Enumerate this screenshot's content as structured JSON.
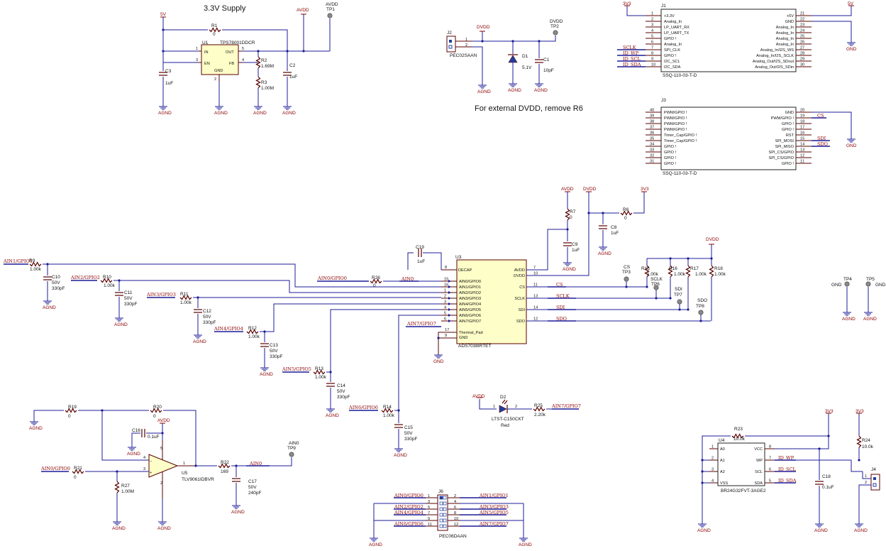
{
  "titles": {
    "supply": "3.3V Supply",
    "note": "For external DVDD, remove R6"
  },
  "nets": {
    "v5": "5V",
    "avdd": "AVDD",
    "dvdd": "DVDD",
    "v3v3": "3V3",
    "agnd": "AGND",
    "gnd": "GND",
    "sclk": "SCLK",
    "id_wp": "ID_WP",
    "id_scl": "ID_SCL",
    "id_sda": "ID_SDA",
    "cs": "CS",
    "sdi": "SDI",
    "sdo": "SDO",
    "ain0": "AIN0",
    "ain0_gpio0": "AIN0/GPIO0",
    "ain1_gpio1": "AIN1/GPIO1",
    "ain2_gpio2": "AIN2/GPIO2",
    "ain3_gpio3": "AIN3/GPIO3",
    "ain4_gpio4": "AIN4/GPIO4",
    "ain5_gpio5": "AIN5/GPIO5",
    "ain6_gpio6": "AIN6/GPIO6",
    "ain7_gpio7": "AIN7/GPIO7"
  },
  "components": {
    "u1": {
      "ref": "U1",
      "part": "TPS78001DDCR",
      "pins": [
        "IN",
        "EN",
        "GND",
        "OUT",
        "FB"
      ],
      "nums": [
        "1",
        "3",
        "2",
        "5",
        "4"
      ]
    },
    "r1": {
      "ref": "R1",
      "value": "0"
    },
    "r2": {
      "ref": "R2",
      "value": "1.69M"
    },
    "r3": {
      "ref": "R3",
      "value": "1.00M"
    },
    "c2": {
      "ref": "C2",
      "value": "1uF"
    },
    "c3": {
      "ref": "C3",
      "value": "1uF"
    },
    "tp1": {
      "ref": "TP1",
      "net": "AVDD"
    },
    "j2": {
      "ref": "J2",
      "part": "PEC02SAAN",
      "pin1": "1",
      "pin2": "2"
    },
    "d1": {
      "ref": "D1",
      "value": "5.1V"
    },
    "c1": {
      "ref": "C1",
      "value": "10pF"
    },
    "tp2": {
      "ref": "TP2",
      "net": "DVDD"
    },
    "j1": {
      "ref": "J1",
      "part": "SSQ-110-03-T-D",
      "left": [
        {
          "num": "1",
          "label": "+3.3V"
        },
        {
          "num": "2",
          "label": "Analog_In"
        },
        {
          "num": "3",
          "label": "LP_UART_RX"
        },
        {
          "num": "4",
          "label": "LP_UART_TX"
        },
        {
          "num": "5",
          "label": "GPIO !"
        },
        {
          "num": "6",
          "label": "Analog_In"
        },
        {
          "num": "7",
          "label": "SPI_CLK"
        },
        {
          "num": "8",
          "label": "GPIO !"
        },
        {
          "num": "9",
          "label": "I2C_SCL"
        },
        {
          "num": "10",
          "label": "I2C_SDA"
        }
      ],
      "right": [
        {
          "num": "21",
          "label": "+5V"
        },
        {
          "num": "22",
          "label": "GND"
        },
        {
          "num": "23",
          "label": "Analog_In"
        },
        {
          "num": "24",
          "label": "Analog_In"
        },
        {
          "num": "25",
          "label": "Analog_In"
        },
        {
          "num": "26",
          "label": "Analog_In"
        },
        {
          "num": "27",
          "label": "Analog_In/I2S_WS"
        },
        {
          "num": "28",
          "label": "Analog_In/I2S_SCLK"
        },
        {
          "num": "29",
          "label": "Analog_Out/I2S_SDout"
        },
        {
          "num": "30",
          "label": "Analog_Out/I2S_SDin"
        }
      ]
    },
    "j3": {
      "ref": "J3",
      "part": "SSQ-110-03-T-D",
      "left": [
        {
          "num": "40",
          "label": "PWM/GPIO !"
        },
        {
          "num": "39",
          "label": "PWM/GPIO !"
        },
        {
          "num": "38",
          "label": "PWM/GPIO !"
        },
        {
          "num": "37",
          "label": "PWM/GPIO !"
        },
        {
          "num": "36",
          "label": "Timer_Cap/GPIO !"
        },
        {
          "num": "35",
          "label": "Timer_Cap/GPIO !"
        },
        {
          "num": "34",
          "label": "GPIO !"
        },
        {
          "num": "33",
          "label": "GPIO !"
        },
        {
          "num": "32",
          "label": "GPIO !"
        },
        {
          "num": "31",
          "label": "GPIO !"
        }
      ],
      "right": [
        {
          "num": "20",
          "label": "GND"
        },
        {
          "num": "19",
          "label": "PWM/GPIO !"
        },
        {
          "num": "18",
          "label": "GPIO !"
        },
        {
          "num": "17",
          "label": "GPIO !"
        },
        {
          "num": "16",
          "label": "RST"
        },
        {
          "num": "15",
          "label": "SPI_MOSI"
        },
        {
          "num": "14",
          "label": "SPI_MISO"
        },
        {
          "num": "13",
          "label": "SPI_CS/GPIO"
        },
        {
          "num": "12",
          "label": "SPI_CS/GPIO"
        },
        {
          "num": "11",
          "label": "GPIO !"
        }
      ]
    },
    "u3": {
      "ref": "U3",
      "part": "ADS7038IRTET",
      "decap": "DECAP",
      "decap_num": "8",
      "left": [
        {
          "num": "15",
          "label": "AIN0/GPIO0"
        },
        {
          "num": "16",
          "label": "AIN1/GPIO1"
        },
        {
          "num": "1",
          "label": "AIN2/GPIO2"
        },
        {
          "num": "2",
          "label": "AIN3/GPIO3"
        },
        {
          "num": "3",
          "label": "AIN4/GPIO4"
        },
        {
          "num": "4",
          "label": "AIN5/GPIO5"
        },
        {
          "num": "5",
          "label": "AIN6/GPIO6"
        },
        {
          "num": "6",
          "label": "AIN7/GPIO7"
        }
      ],
      "gnd_label": "GND",
      "gnd_num": "9",
      "pad_label": "Thermal_Pad",
      "pad_num": "17",
      "right": [
        {
          "num": "7",
          "label": "AVDD"
        },
        {
          "num": "10",
          "label": "DVDD"
        },
        {
          "num": "11",
          "label": "CS"
        },
        {
          "num": "13",
          "label": "SCLK"
        },
        {
          "num": "14",
          "label": "SDI"
        },
        {
          "num": "12",
          "label": "SDO"
        }
      ]
    },
    "c19": {
      "ref": "C19",
      "value": "1uF"
    },
    "r26": {
      "ref": "R26",
      "value": "0"
    },
    "r7": {
      "ref": "R7",
      "value": "0"
    },
    "c9": {
      "ref": "C9",
      "value": "1uF"
    },
    "r6": {
      "ref": "R6",
      "value": "0"
    },
    "c8": {
      "ref": "C8",
      "value": "1uF"
    },
    "r15": {
      "ref": "R15",
      "value": "1.00k"
    },
    "r16": {
      "ref": "R16",
      "value": "1.00k"
    },
    "r17": {
      "ref": "R17",
      "value": "1.00k"
    },
    "r18": {
      "ref": "R18",
      "value": "1.00k"
    },
    "tp3": {
      "ref": "TP3",
      "net": "CS"
    },
    "tp6": {
      "ref": "TP6",
      "net": "SCLK"
    },
    "tp7": {
      "ref": "TP7",
      "net": "SDI"
    },
    "tp8": {
      "ref": "TP8",
      "net": "SDO"
    },
    "tp4": {
      "ref": "TP4",
      "net": "GND"
    },
    "tp5": {
      "ref": "TP5",
      "net": "GND"
    },
    "r9": {
      "ref": "R9",
      "value": "1.00k"
    },
    "c10": {
      "ref": "C10",
      "value": "50V",
      "value2": "330pF"
    },
    "r10": {
      "ref": "R10",
      "value": "1.00k"
    },
    "c11": {
      "ref": "C11",
      "value": "50V",
      "value2": "330pF"
    },
    "r11": {
      "ref": "R11",
      "value": "1.00k"
    },
    "c12": {
      "ref": "C12",
      "value": "50V",
      "value2": "330pF"
    },
    "r12": {
      "ref": "R12",
      "value": "1.00k"
    },
    "c13": {
      "ref": "C13",
      "value": "50V",
      "value2": "330pF"
    },
    "r13": {
      "ref": "R13",
      "value": "1.00k"
    },
    "c14": {
      "ref": "C14",
      "value": "50V",
      "value2": "330pF"
    },
    "r14": {
      "ref": "R14",
      "value": "1.00k"
    },
    "c15": {
      "ref": "C15",
      "value": "50V",
      "value2": "330pF"
    },
    "d2": {
      "ref": "D2",
      "part": "LTST-C150CKT",
      "color": "Red",
      "n1": "1",
      "n2": "2"
    },
    "r25": {
      "ref": "R25",
      "value": "2.20k"
    },
    "u5": {
      "ref": "U5",
      "part": "TLV9061IDBVR",
      "pins": [
        "4",
        "3",
        "1",
        "5",
        "2"
      ]
    },
    "r19": {
      "ref": "R19",
      "value": "0"
    },
    "r20": {
      "ref": "R20",
      "value": "0"
    },
    "c16": {
      "ref": "C16",
      "value": "0.1uF"
    },
    "r21": {
      "ref": "R21",
      "value": "0"
    },
    "r27": {
      "ref": "R27",
      "value": "1.00M"
    },
    "r22": {
      "ref": "R22",
      "value": "169"
    },
    "c17": {
      "ref": "C17",
      "value": "50V",
      "value2": "240pF"
    },
    "tp9": {
      "ref": "TP9",
      "net": "AIN0"
    },
    "j6": {
      "ref": "J6",
      "part": "PEC06DAAN",
      "left": [
        "AIN0/GPIO0",
        "",
        "AIN2/GPIO2",
        "AIN4/GPIO4",
        "",
        "AIN6/GPIO6"
      ],
      "lnums": [
        "1",
        "3",
        "5",
        "7",
        "9",
        "11"
      ],
      "right": [
        "AIN1/GPIO1",
        "",
        "AIN3/GPIO3",
        "AIN5/GPIO5",
        "",
        "AIN7/GPIO7"
      ],
      "rnums": [
        "2",
        "4",
        "6",
        "8",
        "10",
        "12"
      ]
    },
    "u4": {
      "ref": "U4",
      "part": "BR24G32FVT-3AGE2",
      "left": [
        {
          "num": "1",
          "label": "A0"
        },
        {
          "num": "2",
          "label": "A1"
        },
        {
          "num": "3",
          "label": "A2"
        },
        {
          "num": "4",
          "label": "VSS"
        }
      ],
      "right": [
        {
          "num": "8",
          "label": "VCC"
        },
        {
          "num": "7",
          "label": "WP"
        },
        {
          "num": "6",
          "label": "SCL"
        },
        {
          "num": "5",
          "label": "SDA"
        }
      ]
    },
    "r23": {
      "ref": "R23",
      "value": "10.0k"
    },
    "r24": {
      "ref": "R24",
      "value": "10.0k"
    },
    "c18": {
      "ref": "C18",
      "value": "0.1uF"
    },
    "j4": {
      "ref": "J4",
      "n1": "1",
      "n2": "2"
    }
  }
}
